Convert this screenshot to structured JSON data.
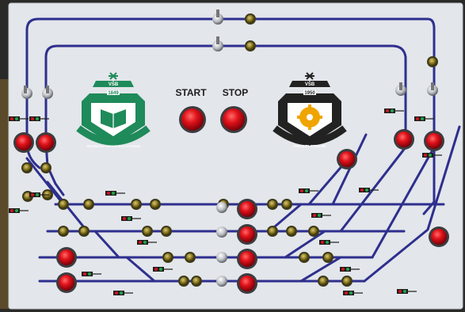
{
  "panel": {
    "start_label": "START",
    "stop_label": "STOP"
  },
  "logo_left": {
    "banner_top": "VŠB",
    "year": "1849",
    "ring_text": "TECHNICKÁ UNIVERZITA OSTRAVA",
    "color": "#1f8a5a"
  },
  "logo_right": {
    "banner_top": "VŠB",
    "year": "1950",
    "ring_text": "FAKULTA STROJNÍ",
    "color": "#222222",
    "gear_color": "#f0a400"
  },
  "colors": {
    "panel": "#e3e6ea",
    "track": "#2e2f8e",
    "button_red": "#d1141b",
    "lamp_amber": "#8c7a1e"
  }
}
